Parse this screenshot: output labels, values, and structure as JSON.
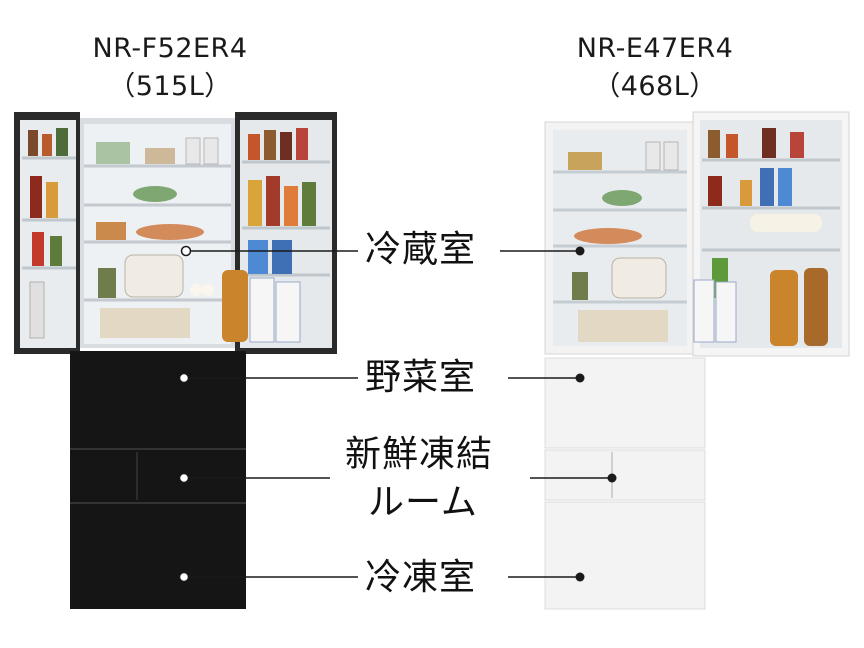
{
  "models": [
    {
      "name": "NR-F52ER4",
      "capacity": "（515L）",
      "color_name": "black",
      "body_color": "#151515"
    },
    {
      "name": "NR-E47ER4",
      "capacity": "（468L）",
      "color_name": "white",
      "body_color": "#f3f3f3"
    }
  ],
  "labels": {
    "fridge": "冷蔵室",
    "vegetable": "野菜室",
    "fresh_line1": "新鮮凍結",
    "fresh_line2": "ルーム",
    "freezer": "冷凍室"
  },
  "icons": [
    "fridge-illustration",
    "leader-line",
    "marker-dot"
  ]
}
